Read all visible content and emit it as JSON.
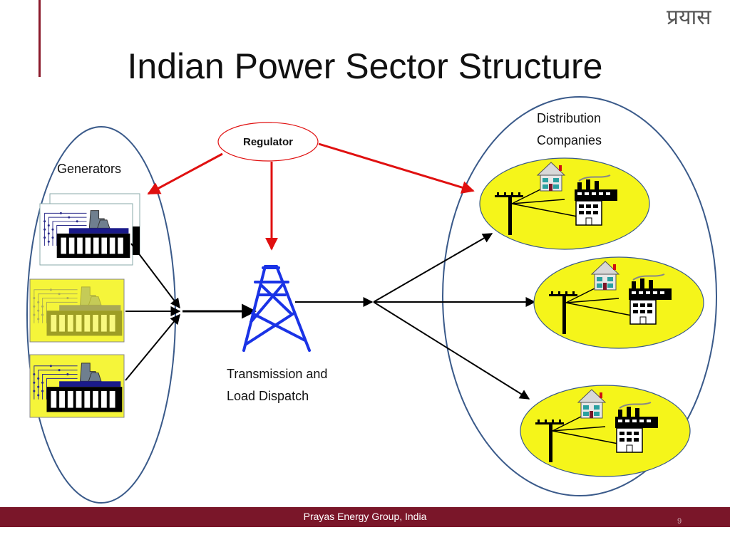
{
  "slide": {
    "title": "Indian Power Sector Structure",
    "logo_text": "प्रयास",
    "page_number": "9"
  },
  "footer": {
    "text": "Prayas Energy Group, India"
  },
  "diagram": {
    "regulator_label": "Regulator",
    "generators_label": "Generators",
    "transmission_label_line1": "Transmission and",
    "transmission_label_line2": "Load Dispatch",
    "distribution_label_line1": "Distribution",
    "distribution_label_line2": "Companies"
  },
  "colors": {
    "accent": "#8b1a2b",
    "footer_bg": "#7a1629",
    "ellipse_stroke": "#3a5a8a",
    "regulator_arrow": "#e01010",
    "tower": "#1a33e6",
    "disco_fill": "#f5f51a",
    "generator_fill": "#f5f53a"
  }
}
